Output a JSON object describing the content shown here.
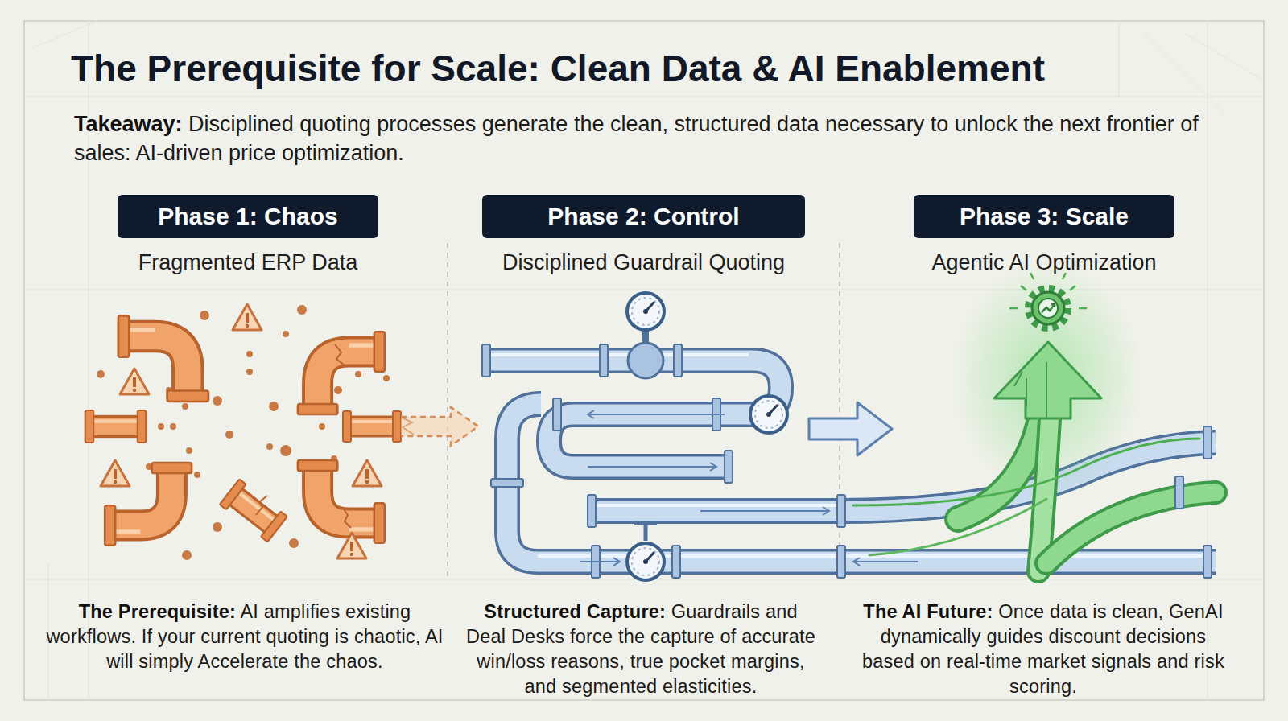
{
  "diagram": {
    "title": "The Prerequisite for Scale: Clean Data & AI Enablement",
    "nodes": [
      {
        "text": [
          "Phase 1: Chaos",
          "Fragmented ERP Data"
        ]
      },
      {
        "text": [
          "Phase 2: Control",
          "Disciplined Guardrail Quoting"
        ]
      },
      {
        "text": [
          "Phase 3: Scale",
          "Agentic AI Optimization"
        ]
      }
    ],
    "labels": [
      "Takeaway:",
      "Disciplined quoting processes generate the clean, structured data necessary to unlock the next frontier of sales: AI-driven price optimization.",
      "The Prerequisite:",
      "AI amplifies existing workflows. If your current quoting is chaotic, AI will simply Accelerate the chaos.",
      "Structured Capture:",
      "Guardrails and Deal Desks force the capture of accurate win/loss reasons, true pocket margins, and segmented elasticities.",
      "The AI Future:",
      "Once data is clean, GenAI dynamically guides discount decisions based on real-time market signals and risk scoring."
    ]
  }
}
